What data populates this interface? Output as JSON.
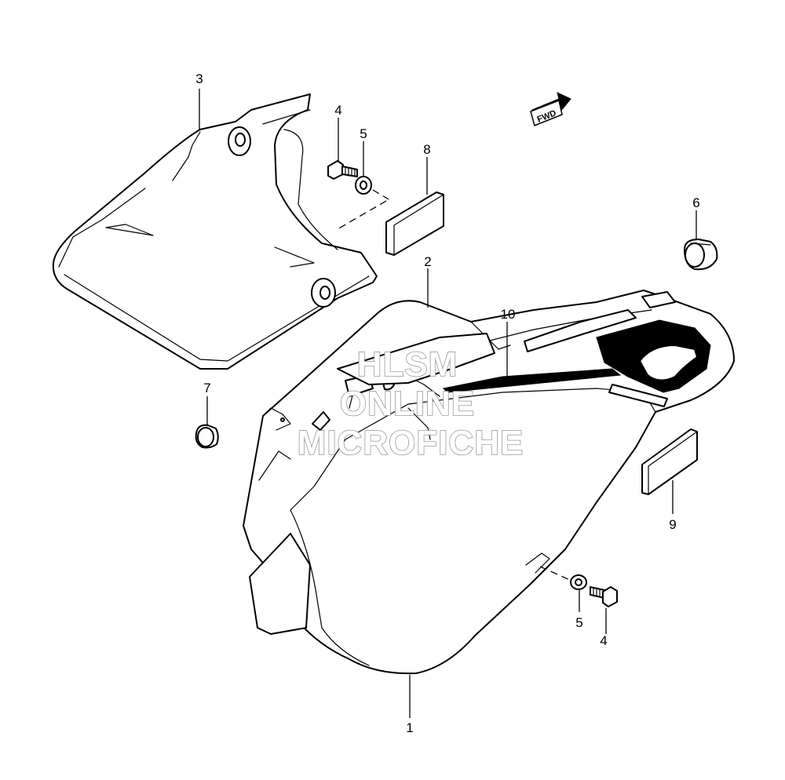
{
  "diagram": {
    "parts": [
      {
        "ref": "1",
        "label": "1"
      },
      {
        "ref": "2",
        "label": "2"
      },
      {
        "ref": "3",
        "label": "3"
      },
      {
        "ref": "4a",
        "label": "4"
      },
      {
        "ref": "5a",
        "label": "5"
      },
      {
        "ref": "6",
        "label": "6"
      },
      {
        "ref": "7",
        "label": "7"
      },
      {
        "ref": "8",
        "label": "8"
      },
      {
        "ref": "9",
        "label": "9"
      },
      {
        "ref": "10",
        "label": "10"
      },
      {
        "ref": "5b",
        "label": "5"
      },
      {
        "ref": "4b",
        "label": "4"
      }
    ],
    "fwd_label": "FWD"
  },
  "watermark": {
    "line1": "HLSM",
    "line2": "ONLINE",
    "line3": "MICROFICHE"
  }
}
